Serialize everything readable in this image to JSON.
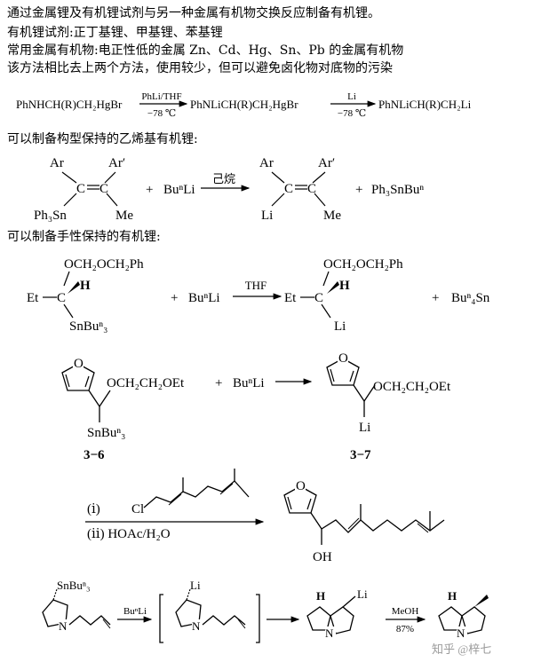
{
  "intro": {
    "line1": "通过金属锂及有机锂试剂与另一种金属有机物交换反应制备有机锂。",
    "line2": "有机锂试剂:正丁基锂、甲基锂、苯基锂",
    "line3": "常用金属有机物:电正性低的金属 Zn、Cd、Hg、Sn、Pb 的金属有机物",
    "line4": "该方法相比去上两个方法，使用较少，但可以避免卤化物对底物的污染"
  },
  "eq1": {
    "reactant": "PhNHCH(R)CH₂HgBr",
    "reagent1_top": "PhLi/THF",
    "reagent1_bottom": "−78 ℃",
    "intermediate": "PhNLiCH(R)CH₂HgBr",
    "reagent2_top": "Li",
    "reagent2_bottom": "−78 ℃",
    "product": "PhNLiCH(R)CH₂Li"
  },
  "section_vinyl": "可以制备构型保持的乙烯基有机锂:",
  "vinyl": {
    "ar": "Ar",
    "ar_prime": "Ar′",
    "c": "C",
    "ph3sn": "Ph₃Sn",
    "me": "Me",
    "plus1": "+",
    "buli": "BuⁿLi",
    "solvent": "己烷",
    "li": "Li",
    "plus2": "+",
    "byproduct": "Ph₃SnBuⁿ"
  },
  "section_chiral": "可以制备手性保持的有机锂:",
  "chiral": {
    "substituent": "OCH₂OCH₂Ph",
    "h": "H",
    "et": "Et",
    "c": "C",
    "snbu3": "SnBuⁿ₃",
    "plus1": "+",
    "buli": "BuⁿLi",
    "solvent": "THF",
    "li": "Li",
    "plus2": "+",
    "byproduct": "Buⁿ₄Sn"
  },
  "furan": {
    "o": "O",
    "side_chain": "OCH₂CH₂OEt",
    "snbu3": "SnBuⁿ₃",
    "plus": "+",
    "buli": "BuⁿLi",
    "li": "Li",
    "label_left": "3−6",
    "label_right": "3−7"
  },
  "eq_geranyl": {
    "step1": "(ⅰ)",
    "cl": "Cl",
    "step2": "(ⅱ) HOAc/H₂O",
    "o": "O",
    "oh": "OH"
  },
  "pyrrolidine": {
    "snbu3": "SnBuⁿ₃",
    "n": "N",
    "reagent": "BuⁿLi",
    "li": "Li",
    "h": "H",
    "reagent2_top": "MeOH",
    "reagent2_bottom": "87%",
    "watermark": "知乎 @梓七"
  }
}
